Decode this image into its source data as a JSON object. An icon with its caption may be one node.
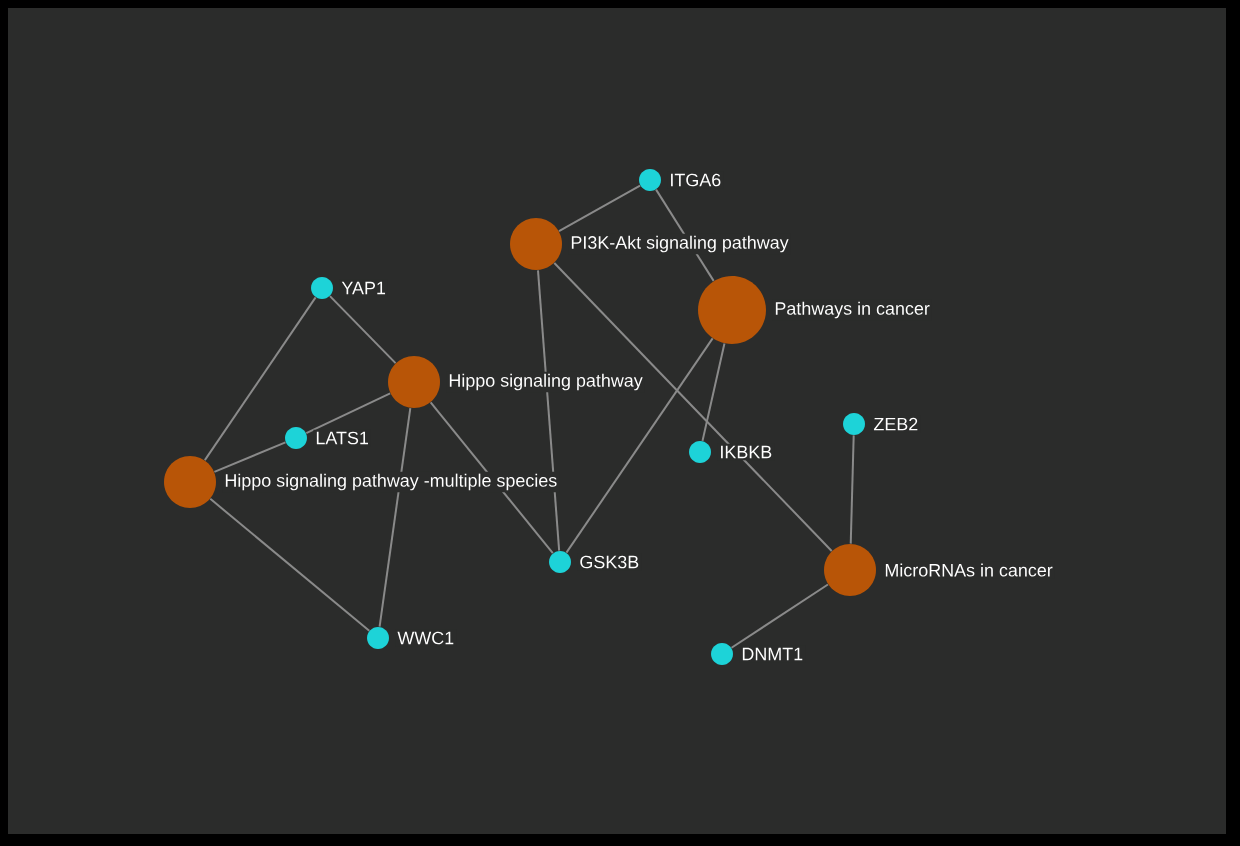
{
  "diagram": {
    "nodes": [
      {
        "text": [],
        "shape": "circle",
        "beside": [
          "ITGA6"
        ]
      },
      {
        "text": [],
        "shape": "circle",
        "beside": [
          "PI3K-Akt signaling pathway"
        ]
      },
      {
        "text": [],
        "shape": "circle",
        "beside": [
          "YAP1"
        ]
      },
      {
        "text": [],
        "shape": "circle",
        "beside": [
          "Pathways in cancer"
        ]
      },
      {
        "text": [],
        "shape": "circle",
        "beside": [
          "Hippo signaling pathway"
        ]
      },
      {
        "text": [],
        "shape": "circle",
        "beside": [
          "ZEB2"
        ]
      },
      {
        "text": [],
        "shape": "circle",
        "beside": [
          "LATS1"
        ]
      },
      {
        "text": [],
        "shape": "circle",
        "beside": [
          "IKBKB"
        ]
      },
      {
        "text": [],
        "shape": "circle",
        "beside": [
          "Hippo signaling pathway -multiple species"
        ]
      },
      {
        "text": [],
        "shape": "circle",
        "beside": [
          "GSK3B"
        ]
      },
      {
        "text": [],
        "shape": "circle",
        "beside": [
          "MicroRNAs in cancer"
        ]
      },
      {
        "text": [],
        "shape": "circle",
        "beside": [
          "WWC1"
        ]
      },
      {
        "text": [],
        "shape": "circle",
        "beside": [
          "DNMT1"
        ]
      }
    ],
    "edges": [
      {
        "from": 0,
        "to": 1,
        "arrow": "none"
      },
      {
        "from": 0,
        "to": 3,
        "arrow": "none"
      },
      {
        "from": 1,
        "to": 9,
        "arrow": "none"
      },
      {
        "from": 1,
        "to": 10,
        "arrow": "none"
      },
      {
        "from": 3,
        "to": 9,
        "arrow": "none"
      },
      {
        "from": 3,
        "to": 7,
        "arrow": "none"
      },
      {
        "from": 2,
        "to": 4,
        "arrow": "none"
      },
      {
        "from": 2,
        "to": 8,
        "arrow": "none"
      },
      {
        "from": 6,
        "to": 4,
        "arrow": "none"
      },
      {
        "from": 6,
        "to": 8,
        "arrow": "none"
      },
      {
        "from": 4,
        "to": 11,
        "arrow": "none"
      },
      {
        "from": 4,
        "to": 9,
        "arrow": "none"
      },
      {
        "from": 8,
        "to": 11,
        "arrow": "none"
      },
      {
        "from": 5,
        "to": 10,
        "arrow": "none"
      },
      {
        "from": 12,
        "to": 10,
        "arrow": "none"
      }
    ]
  }
}
